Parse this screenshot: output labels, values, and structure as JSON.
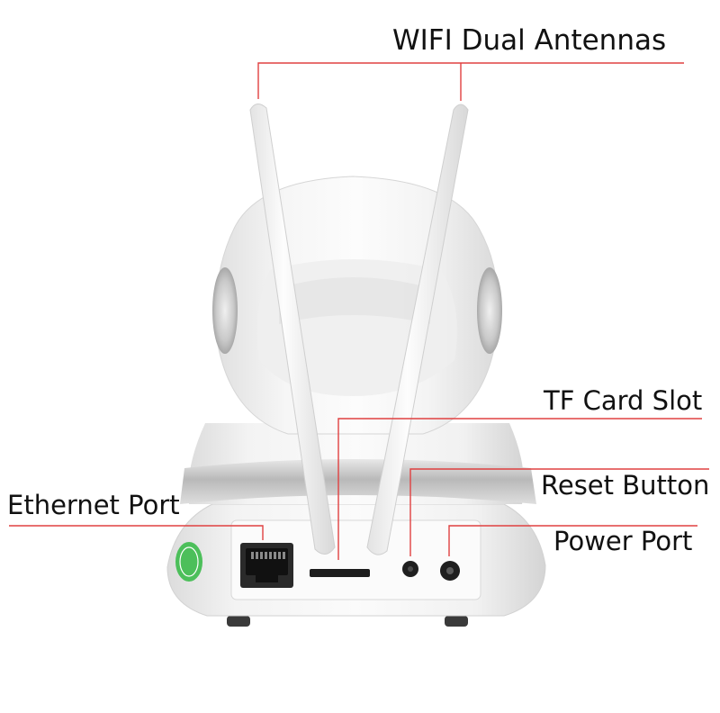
{
  "callouts": {
    "wifi_antennas": "WIFI Dual Antennas",
    "tf_card_slot": "TF Card Slot",
    "reset_button": "Reset Button",
    "power_port": "Power Port",
    "ethernet_port": "Ethernet Port"
  },
  "colors": {
    "background": "#ffffff",
    "leader_line": "#e04040",
    "camera_body": "#f4f4f4",
    "camera_shadow": "#d9d9d9",
    "silver_band": "#c8c8c8",
    "port_dark": "#222222",
    "badge_green": "#4cbf5a"
  },
  "icons": {
    "product": "wifi-ip-camera-rear-view",
    "badge": "ce-certification-sticker"
  }
}
